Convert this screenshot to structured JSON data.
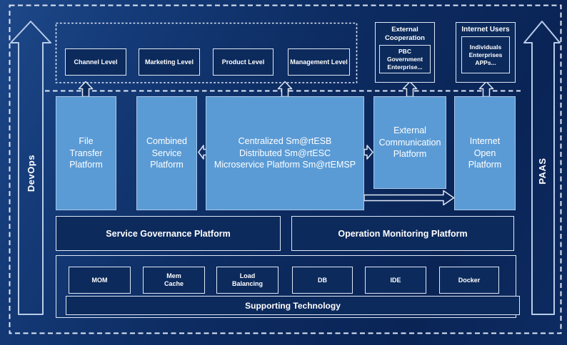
{
  "colors": {
    "bg": "#0d2c62",
    "panel": "#0c2a5c",
    "accent": "#5b9bd5",
    "accent-border": "#a9c7e8",
    "line": "#dfe8f5",
    "text": "#ffffff"
  },
  "rails": {
    "devops": "DevOps",
    "paas": "PAAS"
  },
  "levels_band": {
    "items": [
      {
        "label": "Channel Level"
      },
      {
        "label": "Marketing Level"
      },
      {
        "label": "Product Level"
      },
      {
        "label": "Management Level"
      }
    ]
  },
  "external_cooperation": {
    "title_lines": [
      "External",
      "Cooperation"
    ],
    "members_lines": [
      "PBC Government",
      "Enterprise..."
    ]
  },
  "internet_users": {
    "title": "Internet Users",
    "members_lines": [
      "Individuals",
      "Enterprises",
      "APPs..."
    ]
  },
  "platform_row": {
    "file_transfer_lines": [
      "File",
      "Transfer",
      "Platform"
    ],
    "combined_service_lines": [
      "Combined",
      "Service",
      "Platform"
    ],
    "esb_lines": [
      "Centralized Sm@rtESB",
      "Distributed Sm@rtESC",
      "Microservice Platform Sm@rtEMSP"
    ],
    "external_communication_lines": [
      "External",
      "Communication",
      "Platform"
    ],
    "internet_open_lines": [
      "Internet",
      "Open",
      "Platform"
    ]
  },
  "management_row": {
    "service_governance": "Service Governance Platform",
    "operation_monitoring": "Operation Monitoring Platform"
  },
  "supporting_section": {
    "items": [
      {
        "lines": [
          "MOM"
        ]
      },
      {
        "lines": [
          "Mem",
          "Cache"
        ]
      },
      {
        "lines": [
          "Load",
          "Balancing"
        ]
      },
      {
        "lines": [
          "DB"
        ]
      },
      {
        "lines": [
          "IDE"
        ]
      },
      {
        "lines": [
          "Docker"
        ]
      }
    ],
    "bar_label": "Supporting Technology"
  }
}
